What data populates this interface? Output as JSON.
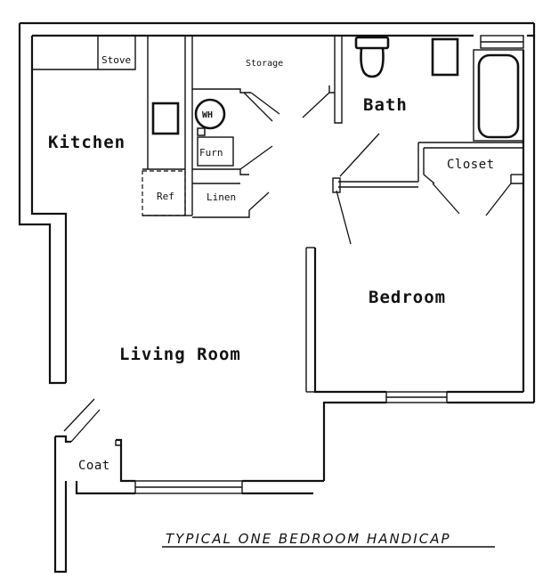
{
  "rooms": {
    "kitchen": "Kitchen",
    "living_room": "Living Room",
    "bath": "Bath",
    "bedroom": "Bedroom",
    "closet": "Closet",
    "storage": "Storage",
    "coat": "Coat",
    "linen": "Linen"
  },
  "fixtures": {
    "stove": "Stove",
    "ref": "Ref",
    "furn": "Furn",
    "water_heater": "WH"
  },
  "caption": "TYPICAL ONE BEDROOM HANDICAP"
}
